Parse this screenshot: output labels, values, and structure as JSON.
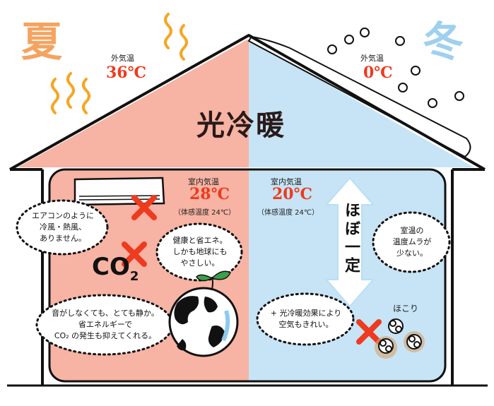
{
  "seasons": {
    "summer": "夏",
    "winter": "冬"
  },
  "title": "光冷暖",
  "summer": {
    "outside_label": "外気温",
    "outside_temp": "36℃",
    "inside_label": "室内気温",
    "inside_temp": "28℃",
    "feels_like": "（体感温度 24℃）"
  },
  "winter": {
    "outside_label": "外気温",
    "outside_temp": "0℃",
    "inside_label": "室内気温",
    "inside_temp": "20℃",
    "feels_like": "（体感温度 24℃）"
  },
  "nearly_constant": "ほぼ一定",
  "co2_label": "CO",
  "co2_sub": "2",
  "bubbles": {
    "aircon_wind": [
      "エアコンのように",
      "冷風・熱風、",
      "ありません。"
    ],
    "eco": [
      "健康と省エネ。",
      "しかも地球にも",
      "やさしい。"
    ],
    "quiet": [
      "音がしなくても、とても静か。",
      "省エネルギーで",
      "CO₂ の発生も抑えてくれる。"
    ],
    "room_temp": [
      "室温の",
      "温度ムラが",
      "少ない。"
    ],
    "clean_air": [
      "+ 光冷暖効果により",
      "空気もきれい。"
    ]
  },
  "dust_label": "ほこり",
  "colors": {
    "summer_bg": "#f7b3a3",
    "winter_bg": "#c6e4f5",
    "accent_red": "#ee3a1e",
    "summer_season": "#f4a460",
    "winter_season": "#9fd0ef",
    "heat_wave": "#f5a623",
    "outline": "#111111"
  },
  "icons": [
    "air-conditioner-icon",
    "cross-mark-icon",
    "earth-icon",
    "sprout-icon",
    "heat-wave-icon",
    "snowflake-dot-icon",
    "dust-icon",
    "double-arrow-icon"
  ]
}
